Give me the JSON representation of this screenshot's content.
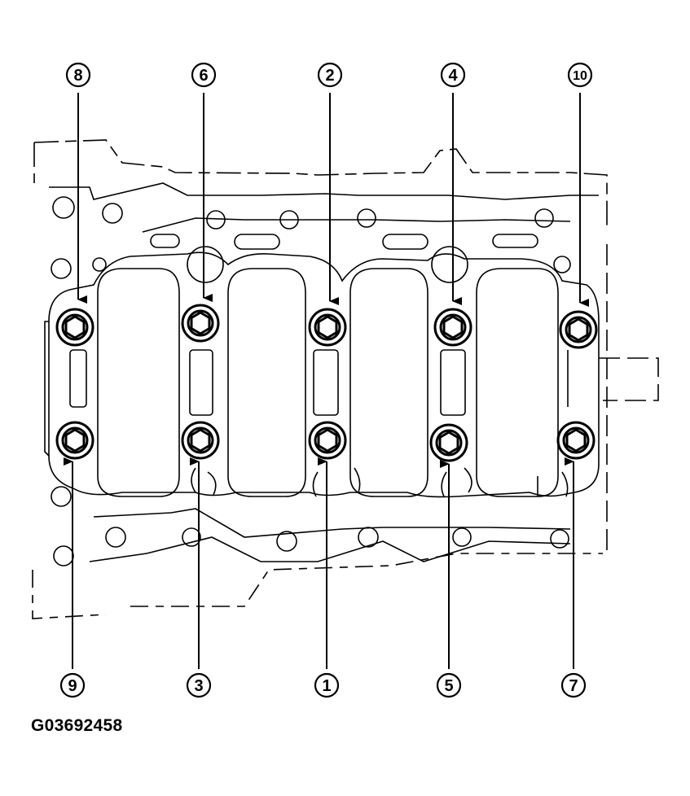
{
  "figure_code": "G03692458",
  "callouts": {
    "top": [
      "8",
      "6",
      "2",
      "4",
      "10"
    ],
    "bottom": [
      "9",
      "3",
      "1",
      "5",
      "7"
    ]
  },
  "colors": {
    "ink": "#000000",
    "background": "#ffffff"
  },
  "icons": [
    "bolt-hex-icon",
    "arrow-icon"
  ]
}
